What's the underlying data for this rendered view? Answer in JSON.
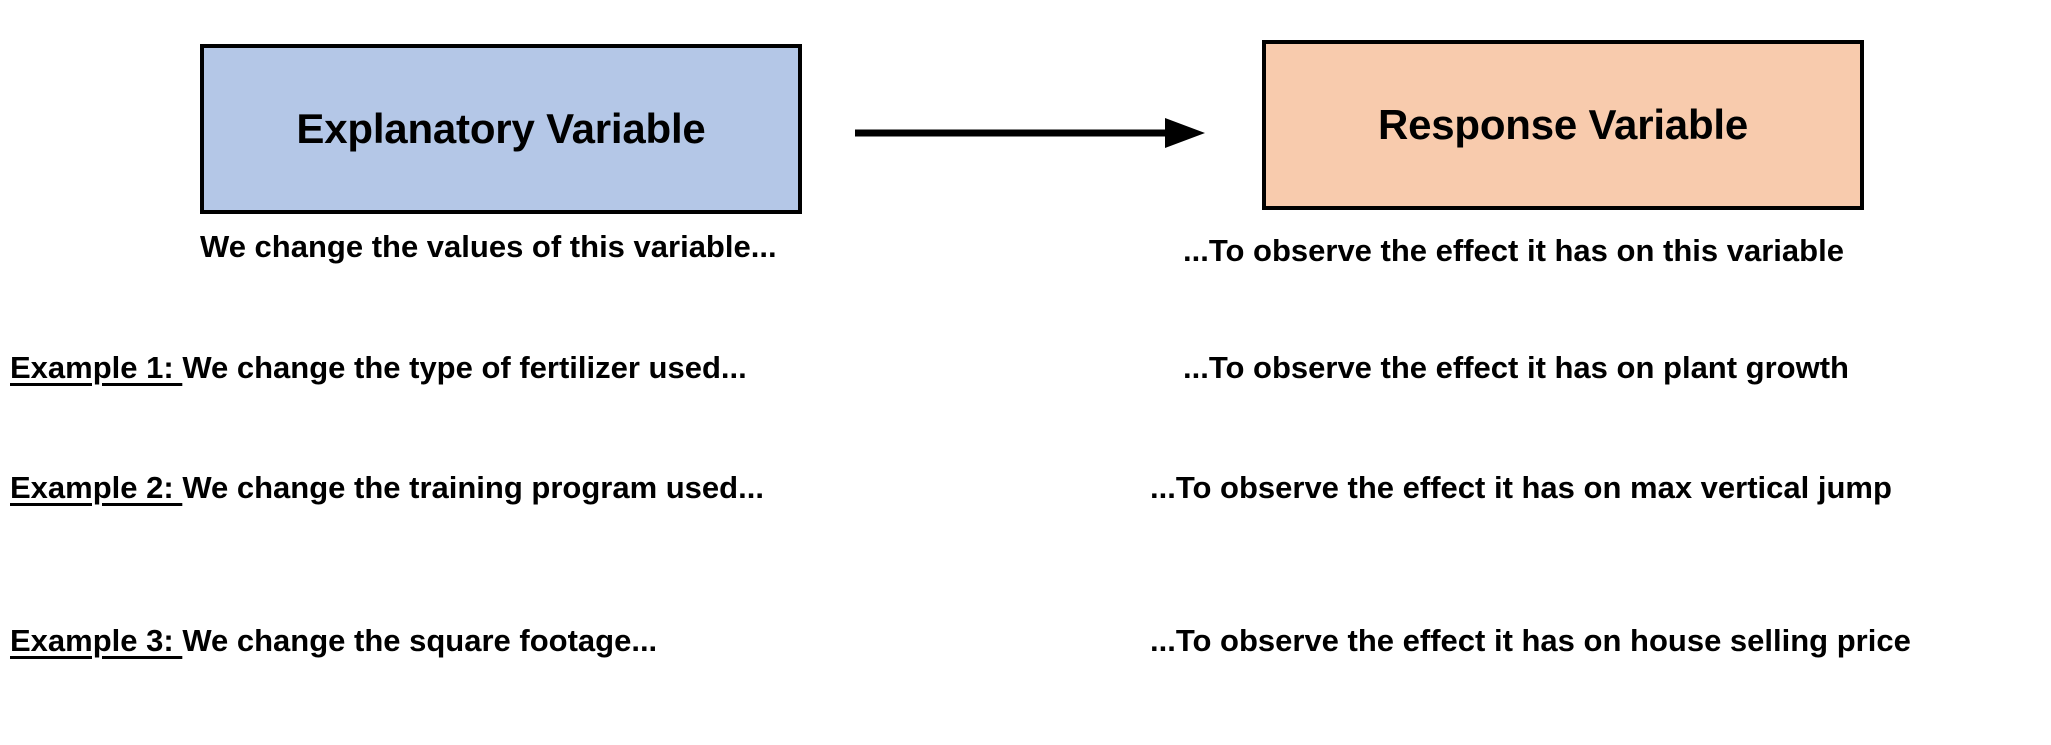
{
  "diagram": {
    "boxes": {
      "explanatory": {
        "label": "Explanatory Variable",
        "fill": "#B4C7E7",
        "border": "#000000"
      },
      "response": {
        "label": "Response Variable",
        "fill": "#F8CBAD",
        "border": "#000000"
      }
    },
    "arrow": {
      "direction": "right",
      "color": "#000000"
    },
    "captions": {
      "left": "We change the values of this variable...",
      "right": "...To observe the effect it has on this variable"
    },
    "examples": [
      {
        "tag": "Example 1: ",
        "left": "We change the type of fertilizer used...",
        "right": "...To observe the effect it has on plant growth"
      },
      {
        "tag": "Example 2: ",
        "left": "We change the training program used...",
        "right": "...To observe the effect it has on max vertical jump"
      },
      {
        "tag": "Example 3: ",
        "left": "We change the square footage...",
        "right": "...To observe the effect it has on house selling price"
      }
    ]
  }
}
